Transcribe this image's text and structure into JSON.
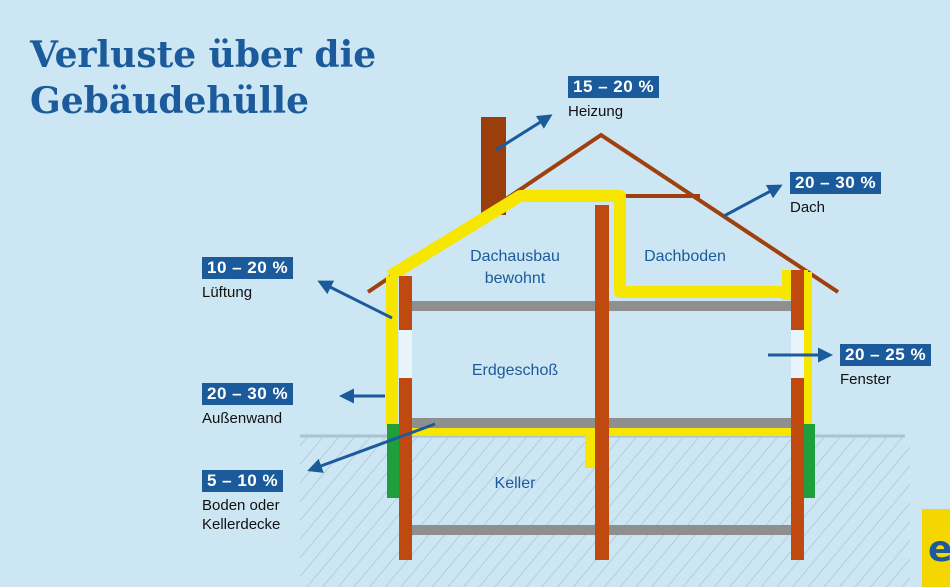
{
  "title": {
    "line1": "Verluste über die",
    "line2": "Gebäudehülle"
  },
  "rooms": {
    "attic_living_1": "Dachausbau",
    "attic_living_2": "bewohnt",
    "attic": "Dachboden",
    "ground_floor": "Erdgeschoß",
    "basement": "Keller"
  },
  "losses": [
    {
      "id": "heating",
      "percent": "15 – 20 %",
      "label": "Heizung"
    },
    {
      "id": "roof",
      "percent": "20 – 30 %",
      "label": "Dach"
    },
    {
      "id": "ventilation",
      "percent": "10 – 20 %",
      "label": "Lüftung"
    },
    {
      "id": "windows",
      "percent": "20 – 25 %",
      "label": "Fenster"
    },
    {
      "id": "outer-wall",
      "percent": "20 – 30 %",
      "label": "Außenwand"
    },
    {
      "id": "floor",
      "percent": "5 – 10 %",
      "label": "Boden oder",
      "label2": "Kellerdecke"
    }
  ],
  "logo": {
    "letter": "e"
  },
  "colors": {
    "background": "#cde6f3",
    "accent_blue": "#1b5b9b",
    "insulation_yellow": "#f7e600",
    "wall_brown": "#c0490f",
    "roof_brown": "#a0400f",
    "slab_grey": "#8f8f8f",
    "perimeter_green": "#1f9e3c"
  }
}
